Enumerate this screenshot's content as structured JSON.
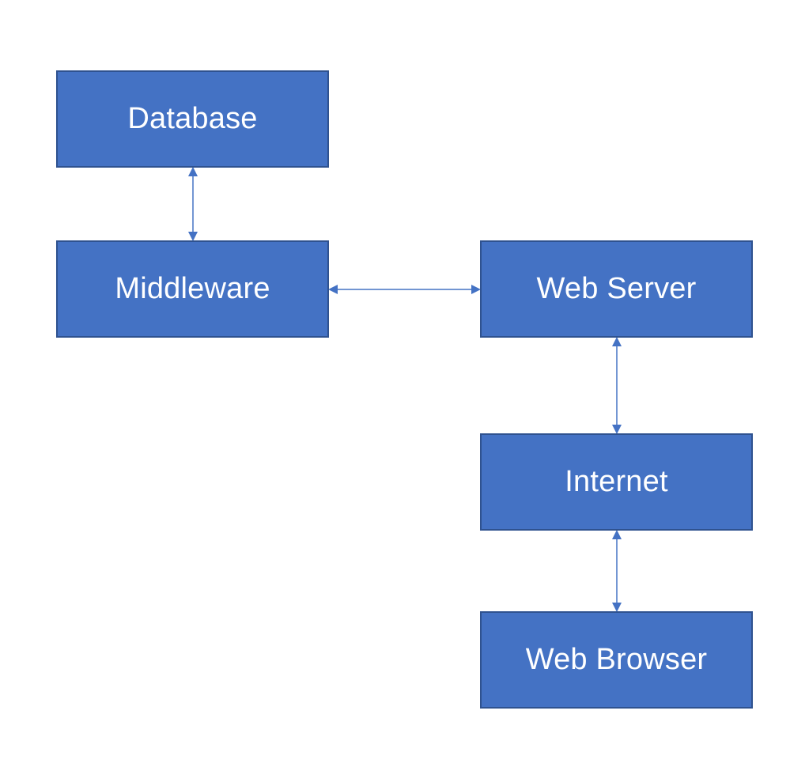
{
  "colors": {
    "node_fill": "#4472C4",
    "node_border": "#2F528F",
    "node_text": "#FFFFFF",
    "connector": "#4472C4"
  },
  "nodes": {
    "database": "Database",
    "middleware": "Middleware",
    "web_server": "Web Server",
    "internet": "Internet",
    "web_browser": "Web Browser"
  },
  "edges": [
    {
      "from": "database",
      "to": "middleware",
      "direction": "both"
    },
    {
      "from": "middleware",
      "to": "web_server",
      "direction": "both"
    },
    {
      "from": "web_server",
      "to": "internet",
      "direction": "both"
    },
    {
      "from": "internet",
      "to": "web_browser",
      "direction": "both"
    }
  ]
}
